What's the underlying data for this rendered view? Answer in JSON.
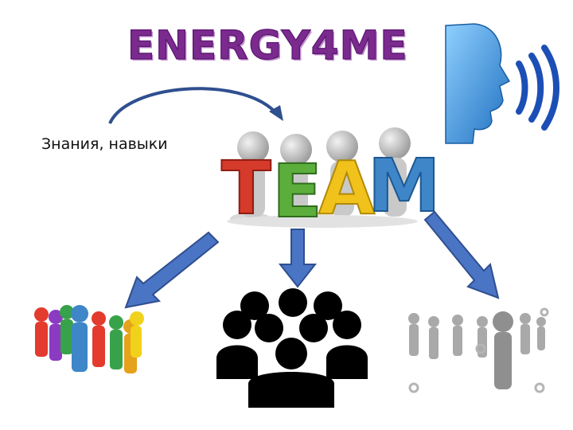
{
  "title": "ENERGY4ME",
  "skills_label": "Знания, навыки",
  "team_word": [
    "T",
    "E",
    "A",
    "M"
  ],
  "colors": {
    "title": "#7b2a8e",
    "arrow_fill": "#4a74c4",
    "arrow_stroke": "#2f4f8f",
    "head_blue": "#2f8fd8",
    "team_t": "#d63a2a",
    "team_e": "#5cae3c",
    "team_a": "#f1c21b",
    "team_m": "#3e86c8"
  },
  "icons": [
    "speaking-head-icon",
    "team-icon",
    "colorful-crowd-icon",
    "group-icon",
    "gray-crowd-icon"
  ]
}
